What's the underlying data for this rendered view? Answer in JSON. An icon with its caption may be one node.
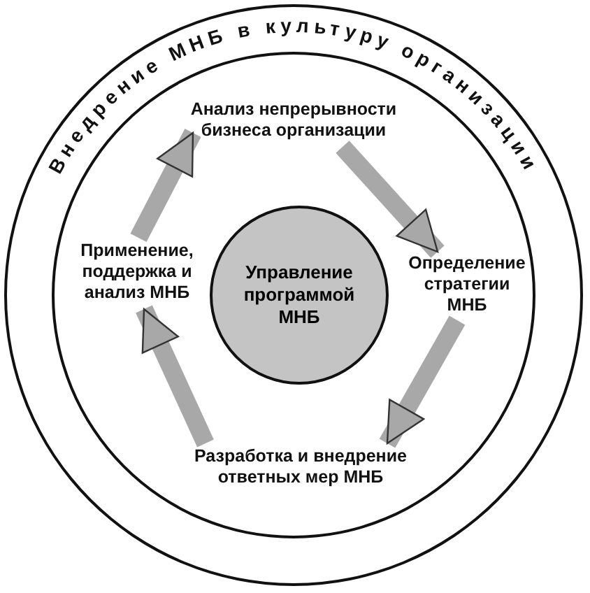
{
  "diagram": {
    "nodes": [
      {
        "text": [
          "Внедрение МНБ в культуру организации"
        ]
      },
      {
        "text": [
          "Управление программой МНБ"
        ],
        "in": 0
      },
      {
        "text": [
          "Анализ непрерывности бизнеса организации"
        ],
        "in": 0
      },
      {
        "text": [
          "Определение стратегии МНБ"
        ],
        "in": 0
      },
      {
        "text": [
          "Разработка и внедрение ответных мер МНБ"
        ],
        "in": 0
      },
      {
        "text": [
          "Применение, поддержка и анализ МНБ"
        ],
        "in": 0
      }
    ],
    "edges": [
      {
        "from": 2,
        "to": 3,
        "arrow": "to"
      },
      {
        "from": 3,
        "to": 4,
        "arrow": "to"
      },
      {
        "from": 4,
        "to": 5,
        "arrow": "to"
      },
      {
        "from": 5,
        "to": 2,
        "arrow": "to"
      }
    ]
  }
}
